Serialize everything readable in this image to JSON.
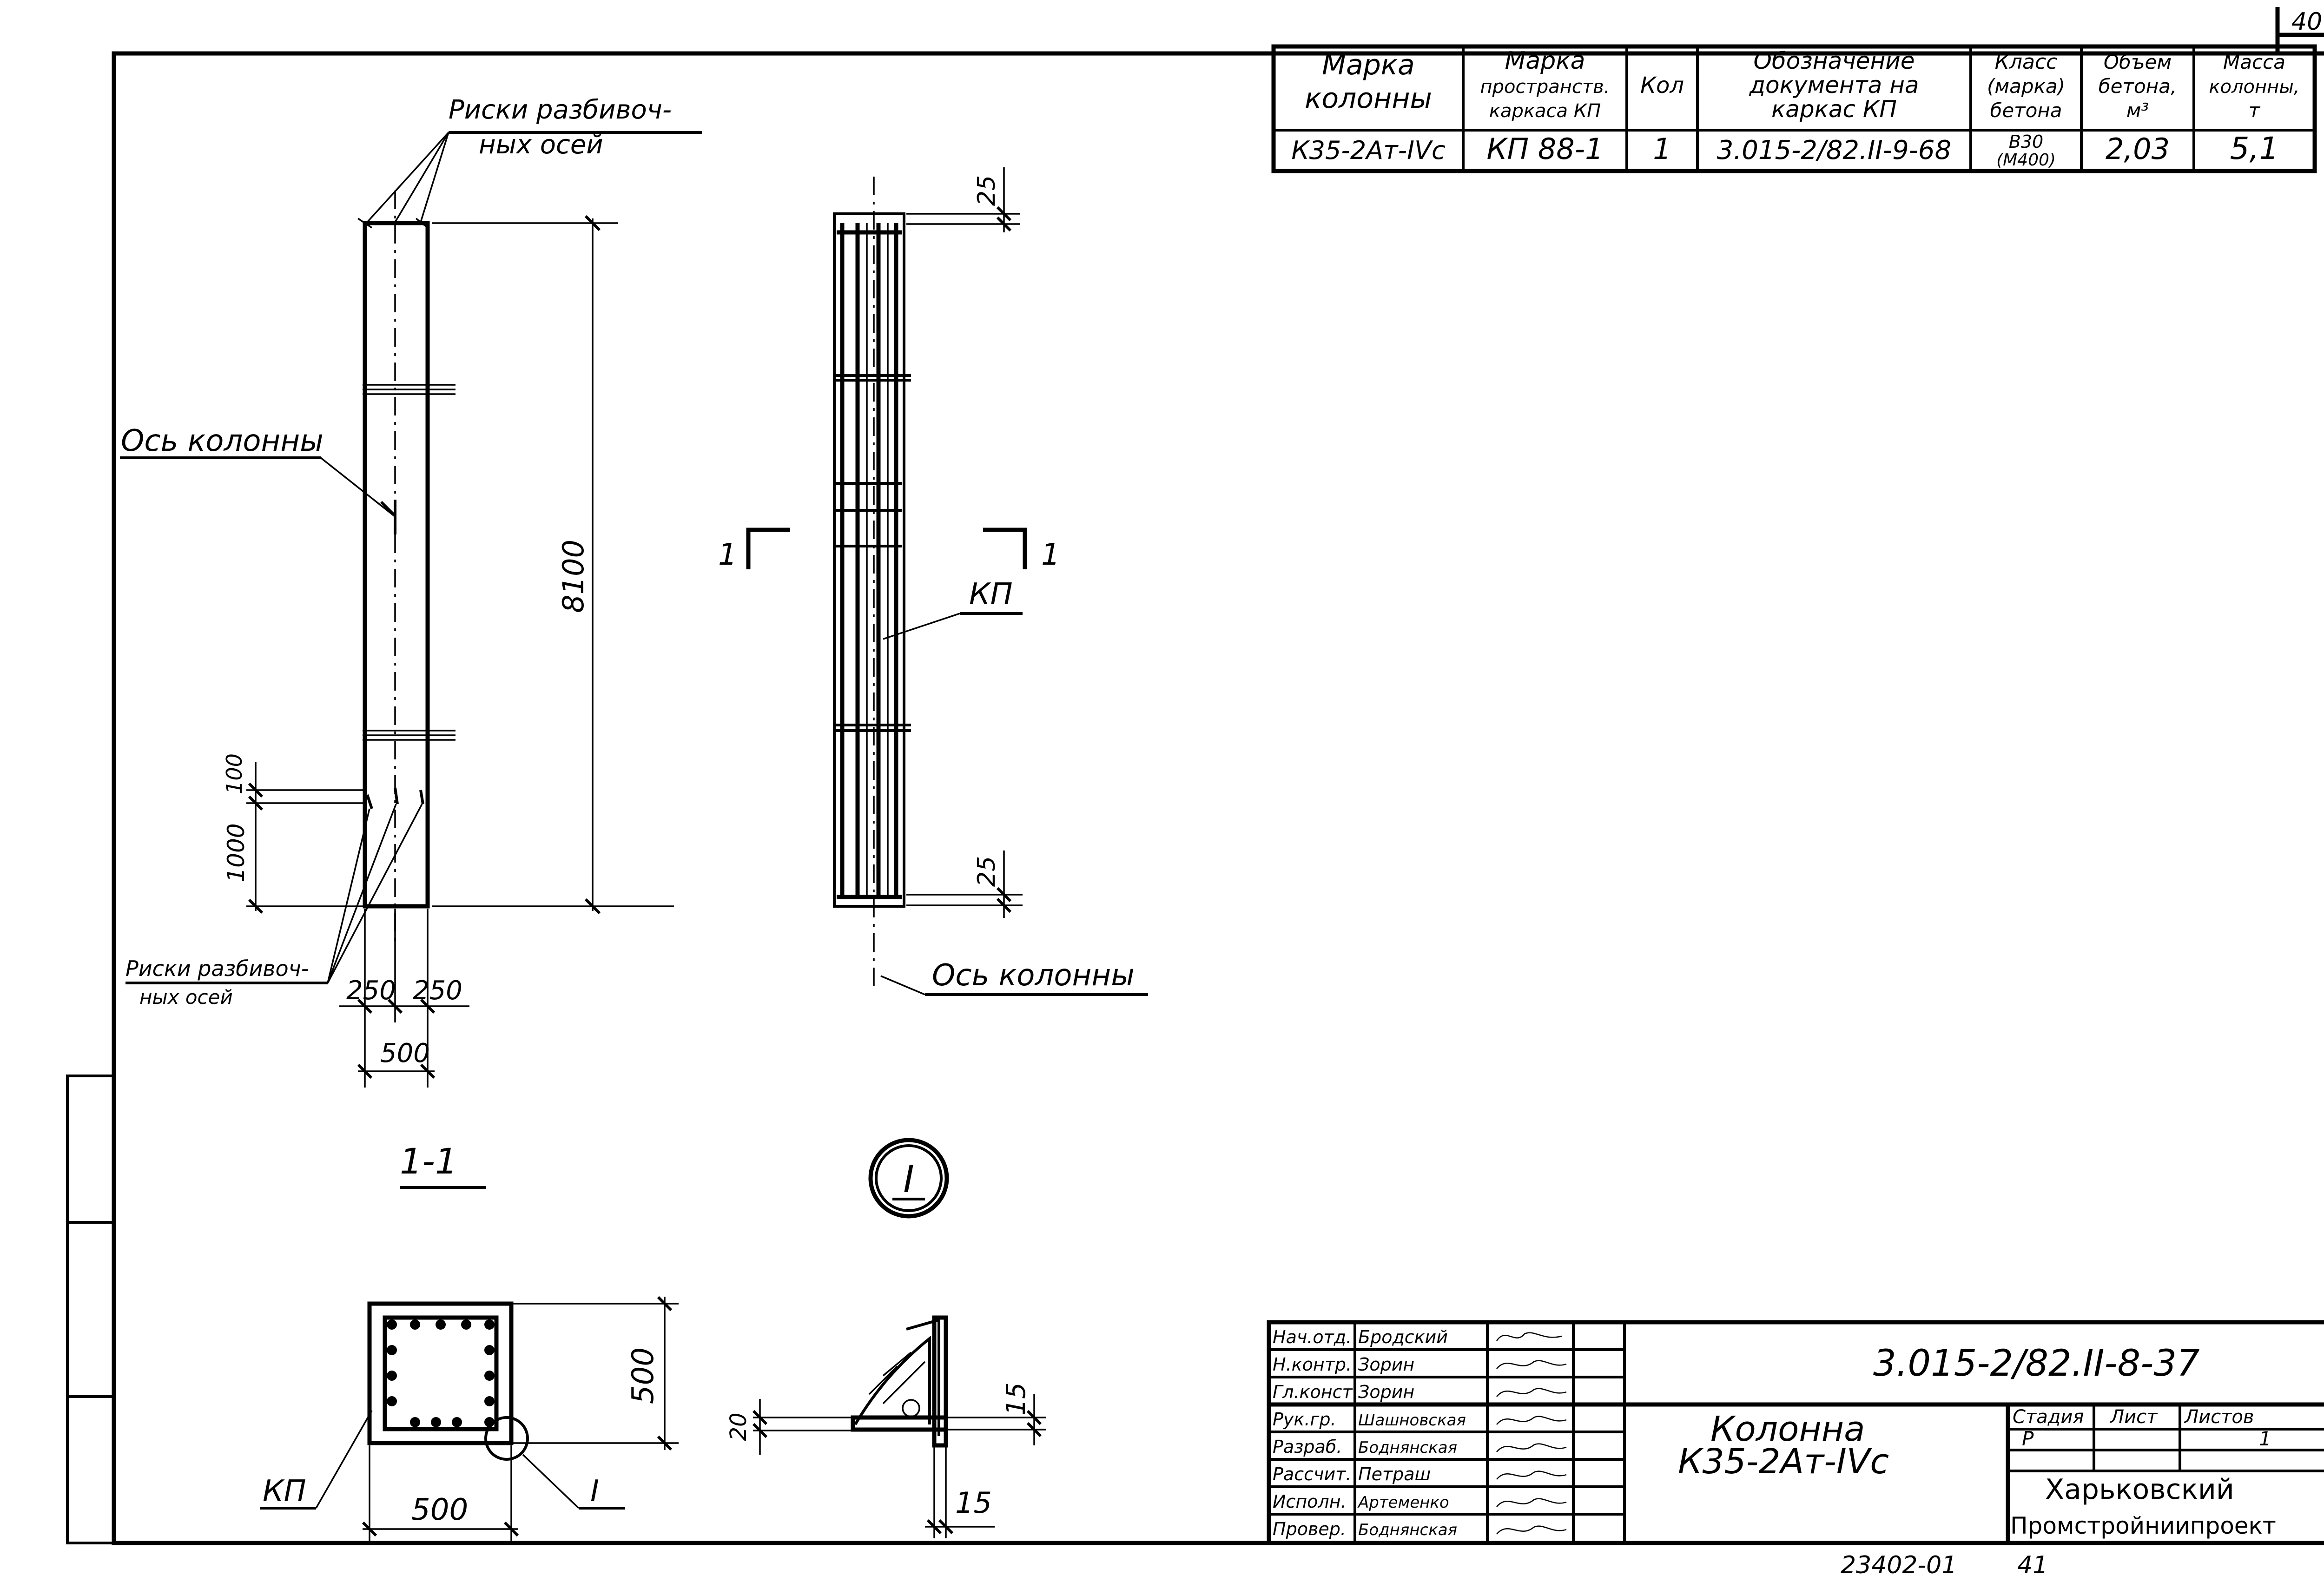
{
  "sheet_number": "40",
  "spec_table": {
    "headers": [
      [
        "Марка",
        "колонны"
      ],
      [
        "Марка",
        "пространств.",
        "каркаса КП"
      ],
      [
        "Кол"
      ],
      [
        "Обозначение",
        "документа на",
        "каркас КП"
      ],
      [
        "Класс",
        "(марка)",
        "бетона"
      ],
      [
        "Объем",
        "бетона,",
        "м³"
      ],
      [
        "Масса",
        "колонны,",
        "т"
      ]
    ],
    "row": [
      "К35-2Ат-IVс",
      "КП 88-1",
      "1",
      "3.015-2/82.II-9-68",
      "В30",
      "(М400)",
      "2,03",
      "5,1"
    ]
  },
  "elevation": {
    "label_marks_top": [
      "Риски разбивоч-",
      "ных осей"
    ],
    "label_axis": "Ось колонны",
    "label_marks_bottom": [
      "Риски разбивоч-",
      "ных осей"
    ],
    "dim_height": "8100",
    "dim_100": "100",
    "dim_1000": "1000",
    "dim_250_left": "250",
    "dim_250_right": "250",
    "dim_500": "500"
  },
  "cage": {
    "label_kp": "КП",
    "label_axis": "Ось колонны",
    "dim_top": "25",
    "dim_bottom": "25",
    "section_left": "1",
    "section_right": "1"
  },
  "section": {
    "title": "1-1",
    "dim_width": "500",
    "dim_height": "500",
    "label_kp": "КП",
    "callout": "I"
  },
  "detail": {
    "callout": "I",
    "dim_20": "20",
    "dim_15_top": "15",
    "dim_15_bottom": "15"
  },
  "title_block": {
    "roles": [
      {
        "role": "Нач.отд.",
        "name": "Бродский"
      },
      {
        "role": "Н.контр.",
        "name": "Зорин"
      },
      {
        "role": "Гл.конст.",
        "name": "Зорин"
      },
      {
        "role": "Рук.гр.",
        "name": "Шашновская"
      },
      {
        "role": "Разраб.",
        "name": "Боднянская"
      },
      {
        "role": "Рассчит.",
        "name": "Петраш"
      },
      {
        "role": "Исполн.",
        "name": "Артеменко"
      },
      {
        "role": "Провер.",
        "name": "Боднянская"
      }
    ],
    "doc_code": "3.015-2/82.II-8-37",
    "title_line1": "Колонна",
    "title_line2": "К35-2Ат-IVс",
    "stage_header": "Стадия",
    "sheet_header": "Лист",
    "sheets_header": "Листов",
    "stage": "Р",
    "sheet": "",
    "sheets": "1",
    "org_line1": "Харьковский",
    "org_line2": "Промстройниипроект"
  },
  "footer_code": "23402-01",
  "footer_page": "41"
}
